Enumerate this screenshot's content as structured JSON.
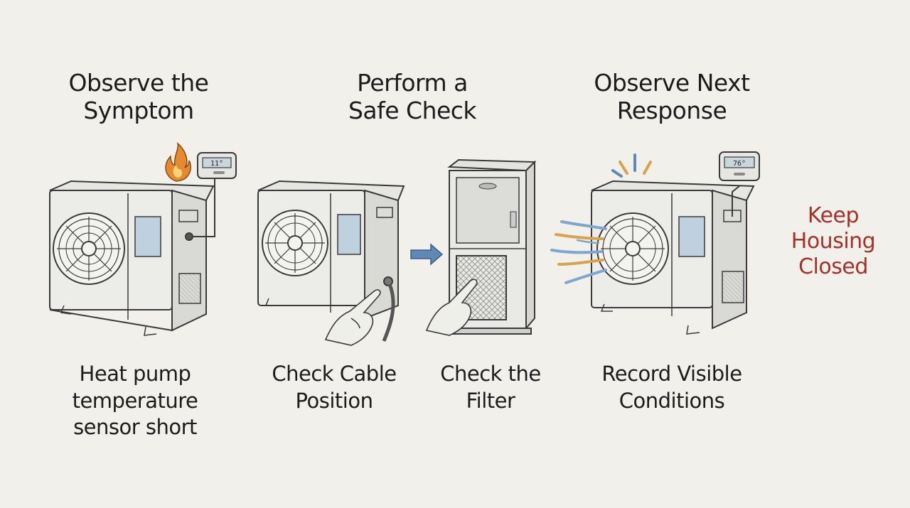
{
  "steps": [
    {
      "heading": [
        "Observe the",
        "Symptom"
      ],
      "caption": [
        "Heat pump",
        "temperature",
        "sensor short"
      ]
    },
    {
      "heading": [
        "Perform a",
        "Safe Check"
      ],
      "captions": [
        [
          "Check Cable",
          "Position"
        ],
        [
          "Check the",
          "Filter"
        ]
      ]
    },
    {
      "heading": [
        "Observe Next",
        "Response"
      ],
      "caption": [
        "Record Visible",
        "Conditions"
      ]
    }
  ],
  "warning": [
    "Keep",
    "Housing",
    "Closed"
  ],
  "thermostat_readings": [
    "11°",
    "76°"
  ],
  "colors": {
    "background": "#f1f0ea",
    "warning": "#a8302a",
    "flame": "#e58a2e",
    "arrow": "#5f88b4",
    "cool_air": "#7ea7cf",
    "warm_air": "#d9a24b"
  },
  "icons": [
    "flame-icon",
    "thermostat-icon",
    "arrow-right-icon",
    "hand-pointer-icon",
    "airflow-icon"
  ]
}
